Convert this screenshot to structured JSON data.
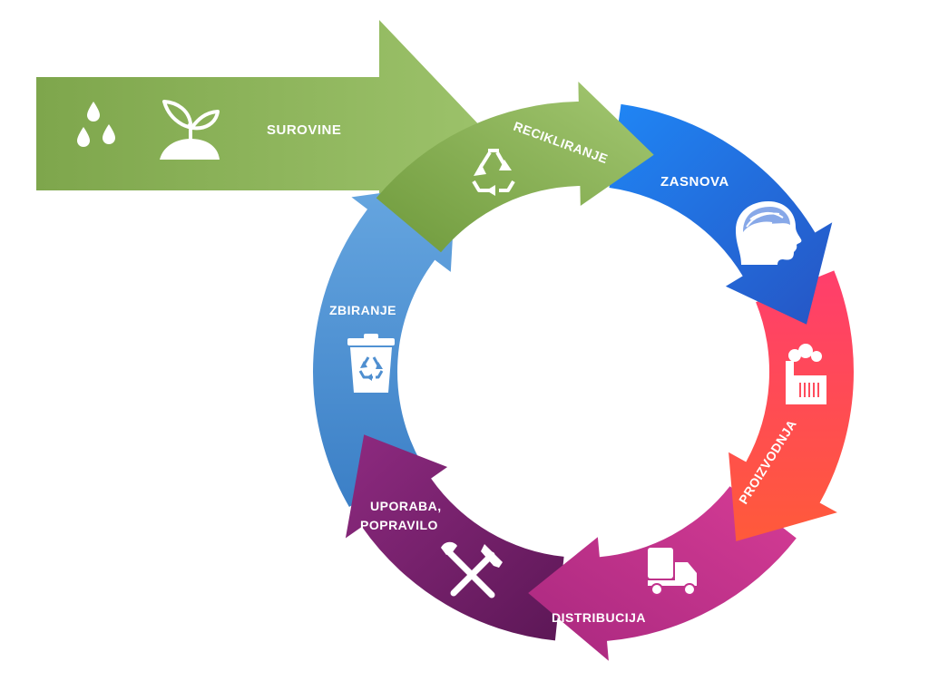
{
  "diagram": {
    "input": {
      "label": "SUROVINE",
      "icons": [
        "water-drops-icon",
        "sprout-icon"
      ],
      "color": "#8cb05e"
    },
    "stages": [
      {
        "key": "recikliranje",
        "label": "RECIKLIRANJE",
        "icon": "recycle-icon",
        "color": "#87ad55"
      },
      {
        "key": "zasnova",
        "label": "ZASNOVA",
        "icon": "head-profile-icon",
        "color": "#2a6ee2"
      },
      {
        "key": "proizvodnja",
        "label": "PROIZVODNJA",
        "icon": "factory-icon",
        "color": "#ff4d5e"
      },
      {
        "key": "distribucija",
        "label": "DISTRIBUCIJA",
        "icon": "truck-icon",
        "color": "#c2318d"
      },
      {
        "key": "uporaba",
        "label_lines": [
          "UPORABA,",
          "POPRAVILO"
        ],
        "icon": "tools-icon",
        "color": "#7e2470"
      },
      {
        "key": "zbiranje",
        "label": "ZBIRANJE",
        "icon": "recycle-bin-icon",
        "color": "#4f8fd0"
      }
    ]
  }
}
